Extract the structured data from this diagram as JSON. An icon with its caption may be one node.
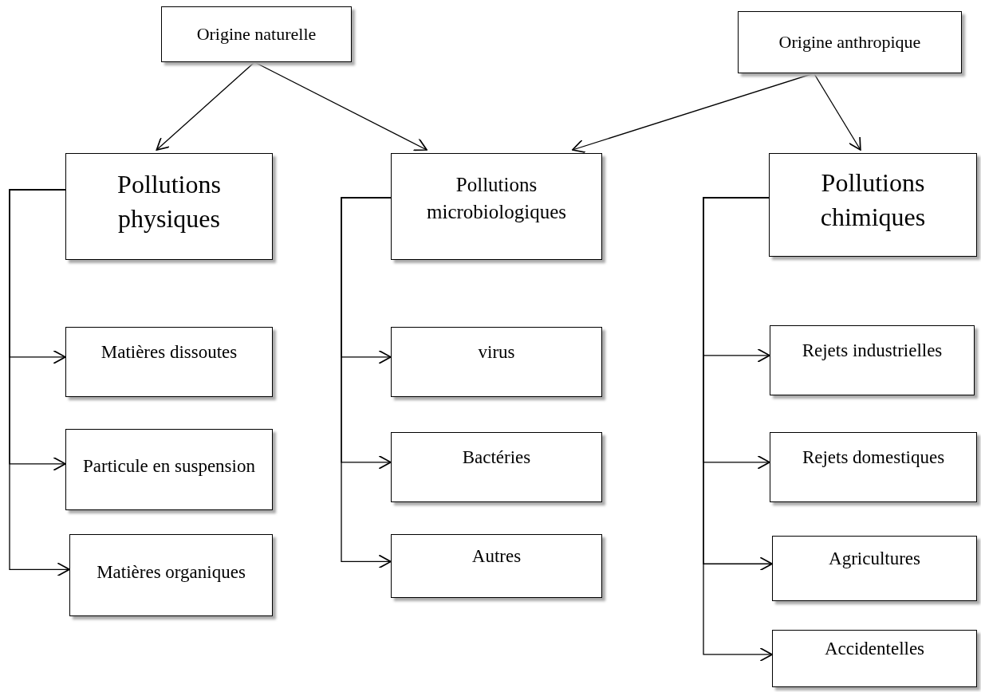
{
  "diagram": {
    "nodes": [
      {
        "text": [
          "Origine naturelle"
        ]
      },
      {
        "text": [
          "Origine anthropique"
        ]
      },
      {
        "text": [
          "Pollutions physiques"
        ]
      },
      {
        "text": [
          "Pollutions microbiologiques"
        ]
      },
      {
        "text": [
          "Pollutions chimiques"
        ]
      },
      {
        "text": [
          "Matières dissoutes"
        ]
      },
      {
        "text": [
          "Particule en suspension"
        ]
      },
      {
        "text": [
          "Matières organiques"
        ]
      },
      {
        "text": [
          "virus"
        ]
      },
      {
        "text": [
          "Bactéries"
        ]
      },
      {
        "text": [
          "Autres"
        ]
      },
      {
        "text": [
          "Rejets industrielles"
        ]
      },
      {
        "text": [
          "Rejets domestiques"
        ]
      },
      {
        "text": [
          "Agricultures"
        ]
      },
      {
        "text": [
          "Accidentelles"
        ]
      }
    ],
    "edges": [
      {
        "from": 0,
        "to": 2,
        "arrow": "to"
      },
      {
        "from": 0,
        "to": 3,
        "arrow": "to"
      },
      {
        "from": 1,
        "to": 3,
        "arrow": "to"
      },
      {
        "from": 1,
        "to": 4,
        "arrow": "to"
      },
      {
        "from": 2,
        "to": 5,
        "arrow": "to"
      },
      {
        "from": 2,
        "to": 6,
        "arrow": "to"
      },
      {
        "from": 2,
        "to": 7,
        "arrow": "to"
      },
      {
        "from": 3,
        "to": 8,
        "arrow": "to"
      },
      {
        "from": 3,
        "to": 9,
        "arrow": "to"
      },
      {
        "from": 3,
        "to": 10,
        "arrow": "to"
      },
      {
        "from": 4,
        "to": 11,
        "arrow": "to"
      },
      {
        "from": 4,
        "to": 12,
        "arrow": "to"
      },
      {
        "from": 4,
        "to": 13,
        "arrow": "to"
      },
      {
        "from": 4,
        "to": 14,
        "arrow": "to"
      }
    ]
  }
}
